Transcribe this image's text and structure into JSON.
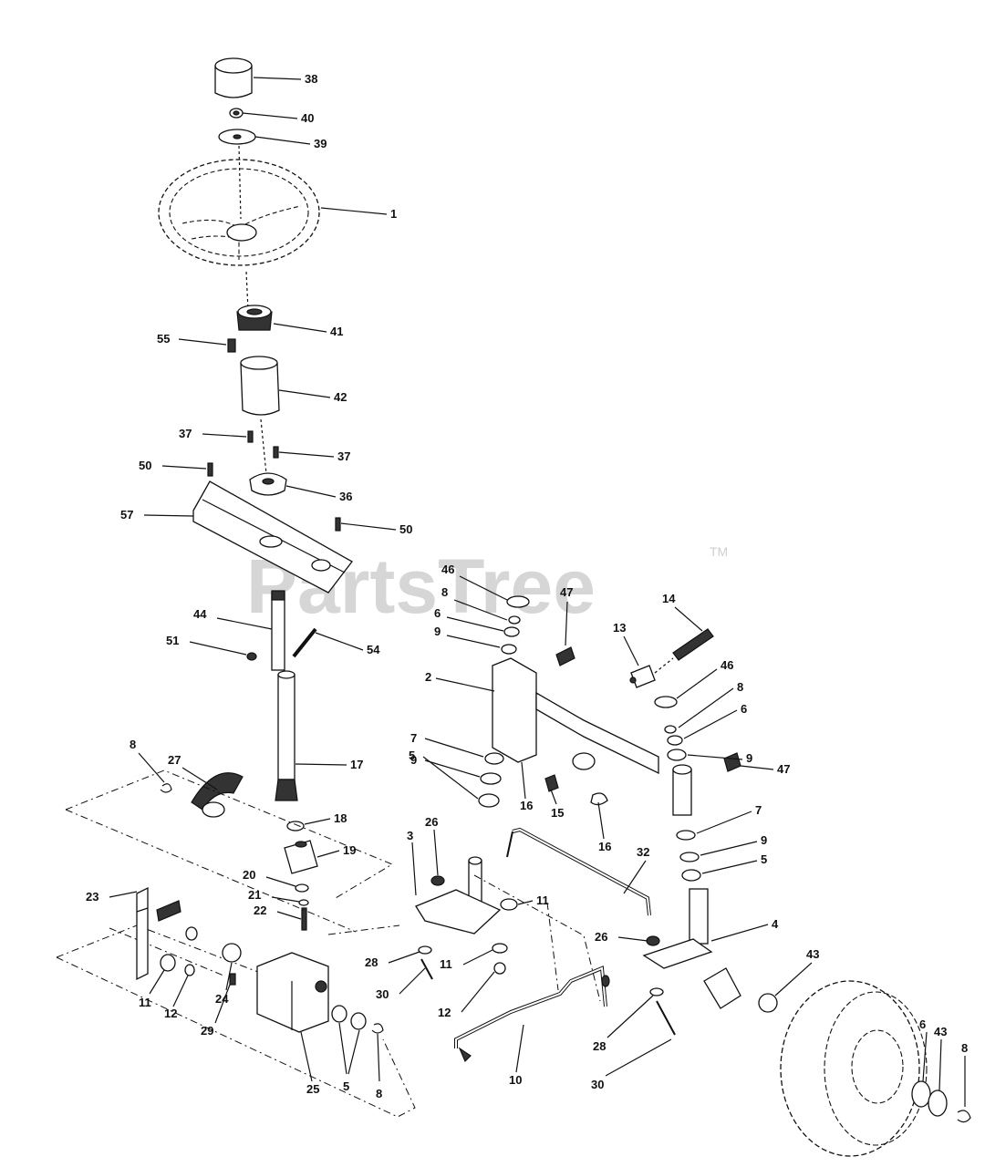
{
  "watermark": {
    "text": "PartsTree",
    "trademark": "TM"
  },
  "callouts": [
    {
      "id": "c38",
      "label": "38"
    },
    {
      "id": "c40",
      "label": "40"
    },
    {
      "id": "c39",
      "label": "39"
    },
    {
      "id": "c1",
      "label": "1"
    },
    {
      "id": "c41",
      "label": "41"
    },
    {
      "id": "c55",
      "label": "55"
    },
    {
      "id": "c42",
      "label": "42"
    },
    {
      "id": "c37a",
      "label": "37"
    },
    {
      "id": "c37b",
      "label": "37"
    },
    {
      "id": "c50a",
      "label": "50"
    },
    {
      "id": "c36",
      "label": "36"
    },
    {
      "id": "c57",
      "label": "57"
    },
    {
      "id": "c50b",
      "label": "50"
    },
    {
      "id": "c46a",
      "label": "46"
    },
    {
      "id": "c47a",
      "label": "47"
    },
    {
      "id": "c14",
      "label": "14"
    },
    {
      "id": "c8a",
      "label": "8"
    },
    {
      "id": "c6a",
      "label": "6"
    },
    {
      "id": "c44",
      "label": "44"
    },
    {
      "id": "c13",
      "label": "13"
    },
    {
      "id": "c9a",
      "label": "9"
    },
    {
      "id": "c51",
      "label": "51"
    },
    {
      "id": "c54",
      "label": "54"
    },
    {
      "id": "c2",
      "label": "2"
    },
    {
      "id": "c46b",
      "label": "46"
    },
    {
      "id": "c8b",
      "label": "8"
    },
    {
      "id": "c7a",
      "label": "7"
    },
    {
      "id": "c6b",
      "label": "6"
    },
    {
      "id": "c17",
      "label": "17"
    },
    {
      "id": "c27",
      "label": "27"
    },
    {
      "id": "c9b",
      "label": "9"
    },
    {
      "id": "c9c",
      "label": "9"
    },
    {
      "id": "c8c",
      "label": "8"
    },
    {
      "id": "c5a",
      "label": "5"
    },
    {
      "id": "c47b",
      "label": "47"
    },
    {
      "id": "c16a",
      "label": "16"
    },
    {
      "id": "c15",
      "label": "15"
    },
    {
      "id": "c7b",
      "label": "7"
    },
    {
      "id": "c18",
      "label": "18"
    },
    {
      "id": "c3",
      "label": "3"
    },
    {
      "id": "c26a",
      "label": "26"
    },
    {
      "id": "c16b",
      "label": "16"
    },
    {
      "id": "c9d",
      "label": "9"
    },
    {
      "id": "c19",
      "label": "19"
    },
    {
      "id": "c32",
      "label": "32"
    },
    {
      "id": "c5b",
      "label": "5"
    },
    {
      "id": "c20",
      "label": "20"
    },
    {
      "id": "c21",
      "label": "21"
    },
    {
      "id": "c11a",
      "label": "11"
    },
    {
      "id": "c23",
      "label": "23"
    },
    {
      "id": "c22",
      "label": "22"
    },
    {
      "id": "c4",
      "label": "4"
    },
    {
      "id": "c26b",
      "label": "26"
    },
    {
      "id": "c43a",
      "label": "43"
    },
    {
      "id": "c28a",
      "label": "28"
    },
    {
      "id": "c30a",
      "label": "30"
    },
    {
      "id": "c11b",
      "label": "11"
    },
    {
      "id": "c11c",
      "label": "11"
    },
    {
      "id": "c12a",
      "label": "12"
    },
    {
      "id": "c24",
      "label": "24"
    },
    {
      "id": "c12b",
      "label": "12"
    },
    {
      "id": "c29",
      "label": "29"
    },
    {
      "id": "c28b",
      "label": "28"
    },
    {
      "id": "c6c",
      "label": "6"
    },
    {
      "id": "c43b",
      "label": "43"
    },
    {
      "id": "c8d",
      "label": "8"
    },
    {
      "id": "c25",
      "label": "25"
    },
    {
      "id": "c5c",
      "label": "5"
    },
    {
      "id": "c8e",
      "label": "8"
    },
    {
      "id": "c10",
      "label": "10"
    },
    {
      "id": "c30b",
      "label": "30"
    }
  ]
}
